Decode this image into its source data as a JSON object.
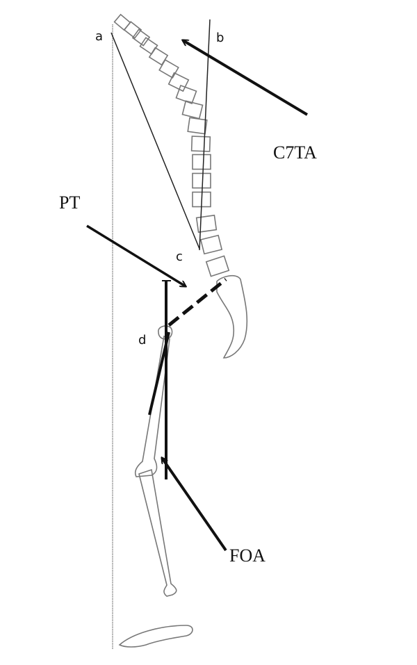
{
  "labels": {
    "a": "a",
    "b": "b",
    "c": "c",
    "d": "d",
    "c7ta": "C7TA",
    "pt": "PT",
    "foa": "FOA"
  },
  "colors": {
    "ink": "#111111",
    "bone": "#777777"
  }
}
